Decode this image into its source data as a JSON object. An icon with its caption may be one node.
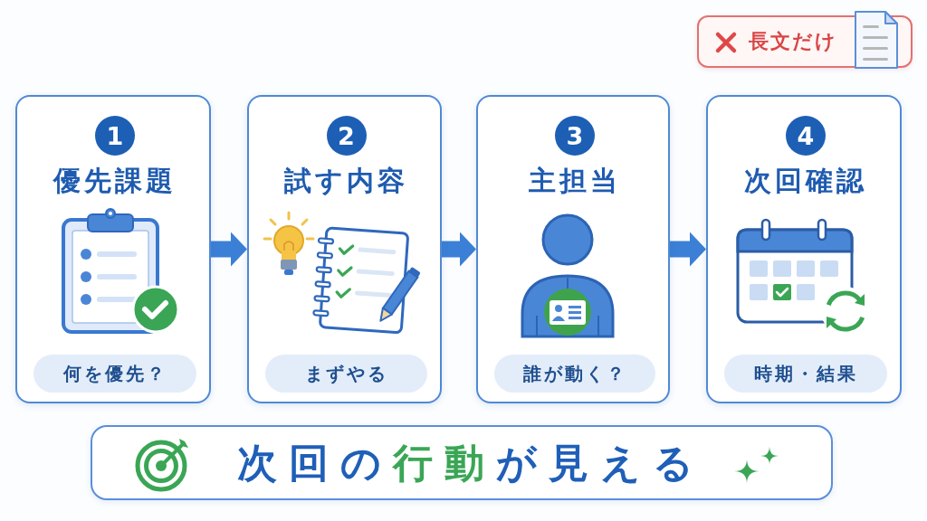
{
  "diagram": {
    "nodes": [
      {
        "text": [
          "長文だけ"
        ]
      },
      {
        "text": [
          "優先課題"
        ]
      },
      {
        "text": [
          "1"
        ],
        "in": 1
      },
      {
        "text": [
          "何を優先？"
        ],
        "in": 1
      },
      {
        "text": [
          "試す内容"
        ]
      },
      {
        "text": [
          "2"
        ],
        "in": 4
      },
      {
        "text": [
          "まずやる"
        ],
        "in": 4
      },
      {
        "text": [
          "主担当"
        ]
      },
      {
        "text": [
          "3"
        ],
        "in": 7
      },
      {
        "text": [
          "誰が動く？"
        ],
        "in": 7
      },
      {
        "text": [
          "次回確認"
        ]
      },
      {
        "text": [
          "4"
        ],
        "in": 10
      },
      {
        "text": [
          "時期・結果"
        ],
        "in": 10
      },
      {
        "text": [
          "次回の**行動**が見える"
        ]
      }
    ],
    "edges": [
      {
        "from": 1,
        "to": 4,
        "arrow": "to"
      },
      {
        "from": 4,
        "to": 7,
        "arrow": "to"
      },
      {
        "from": 7,
        "to": 10,
        "arrow": "to"
      }
    ]
  }
}
